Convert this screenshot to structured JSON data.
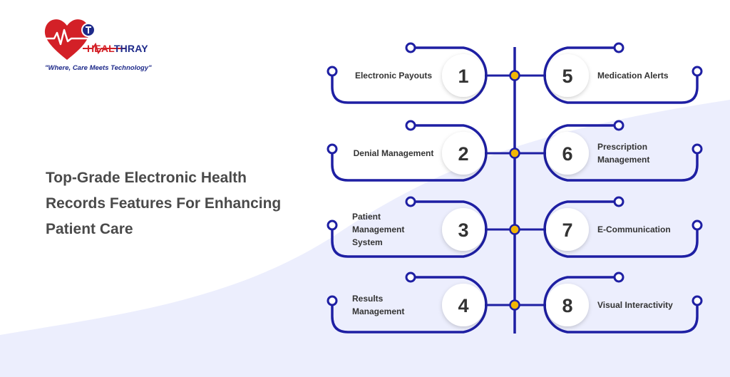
{
  "brand": {
    "name_part1": "HEAL",
    "name_part2": "THRAY",
    "tagline": "\"Where, Care Meets Technology\"",
    "primary_color": "#d32027",
    "secondary_color": "#1e2a8a"
  },
  "headline": {
    "line1": "Top-Grade Electronic Health",
    "line2": "Records Features For  Enhancing",
    "line3": "Patient Care"
  },
  "colors": {
    "connector": "#1e1fa3",
    "junction_dot": "#f2b705",
    "wave": "#eceefd",
    "text": "#333333"
  },
  "features_left": [
    {
      "number": "1",
      "label_lines": [
        "Electronic Payouts"
      ]
    },
    {
      "number": "2",
      "label_lines": [
        "Denial Management"
      ]
    },
    {
      "number": "3",
      "label_lines": [
        "Patient",
        "Management",
        "System"
      ]
    },
    {
      "number": "4",
      "label_lines": [
        "Results",
        "Management"
      ]
    }
  ],
  "features_right": [
    {
      "number": "5",
      "label_lines": [
        "Medication Alerts"
      ]
    },
    {
      "number": "6",
      "label_lines": [
        "Prescription",
        "Management"
      ]
    },
    {
      "number": "7",
      "label_lines": [
        "E-Communication"
      ]
    },
    {
      "number": "8",
      "label_lines": [
        "Visual Interactivity"
      ]
    }
  ]
}
